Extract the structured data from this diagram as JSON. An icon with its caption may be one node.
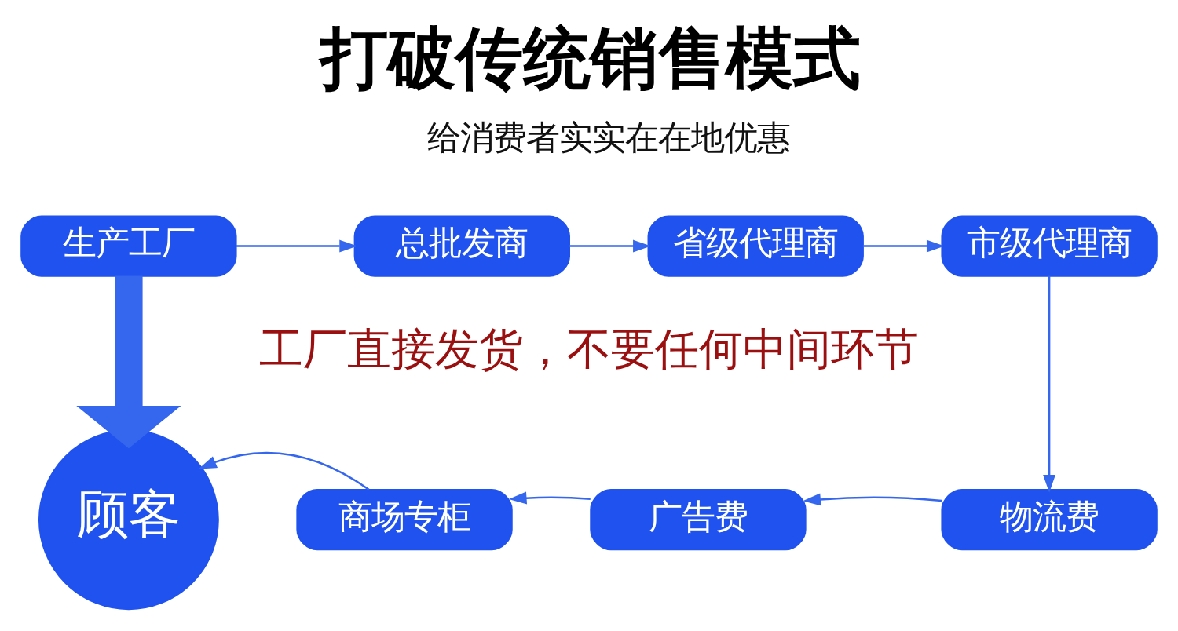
{
  "diagram": {
    "title": "打破传统销售模式",
    "nodes": [
      {
        "text": [
          "生产工厂"
        ]
      },
      {
        "text": [
          "总批发商"
        ]
      },
      {
        "text": [
          "省级代理商"
        ]
      },
      {
        "text": [
          "市级代理商"
        ]
      },
      {
        "text": [
          "物流费"
        ]
      },
      {
        "text": [
          "广告费"
        ]
      },
      {
        "text": [
          "商场专柜"
        ]
      },
      {
        "text": [
          "顾客"
        ]
      }
    ],
    "edges": [
      {
        "from": 0,
        "to": 1,
        "arrow": "to"
      },
      {
        "from": 1,
        "to": 2,
        "arrow": "to"
      },
      {
        "from": 2,
        "to": 3,
        "arrow": "to"
      },
      {
        "from": 3,
        "to": 4,
        "arrow": "to"
      },
      {
        "from": 4,
        "to": 5,
        "arrow": "to"
      },
      {
        "from": 5,
        "to": 6,
        "arrow": "to"
      },
      {
        "from": 6,
        "to": 7,
        "arrow": "to"
      },
      {
        "from": 0,
        "to": 7,
        "arrow": "to",
        "style": "thick"
      }
    ],
    "labels": [
      "给消费者实实在在地优惠",
      "工厂直接发货，不要任何中间环节"
    ]
  }
}
